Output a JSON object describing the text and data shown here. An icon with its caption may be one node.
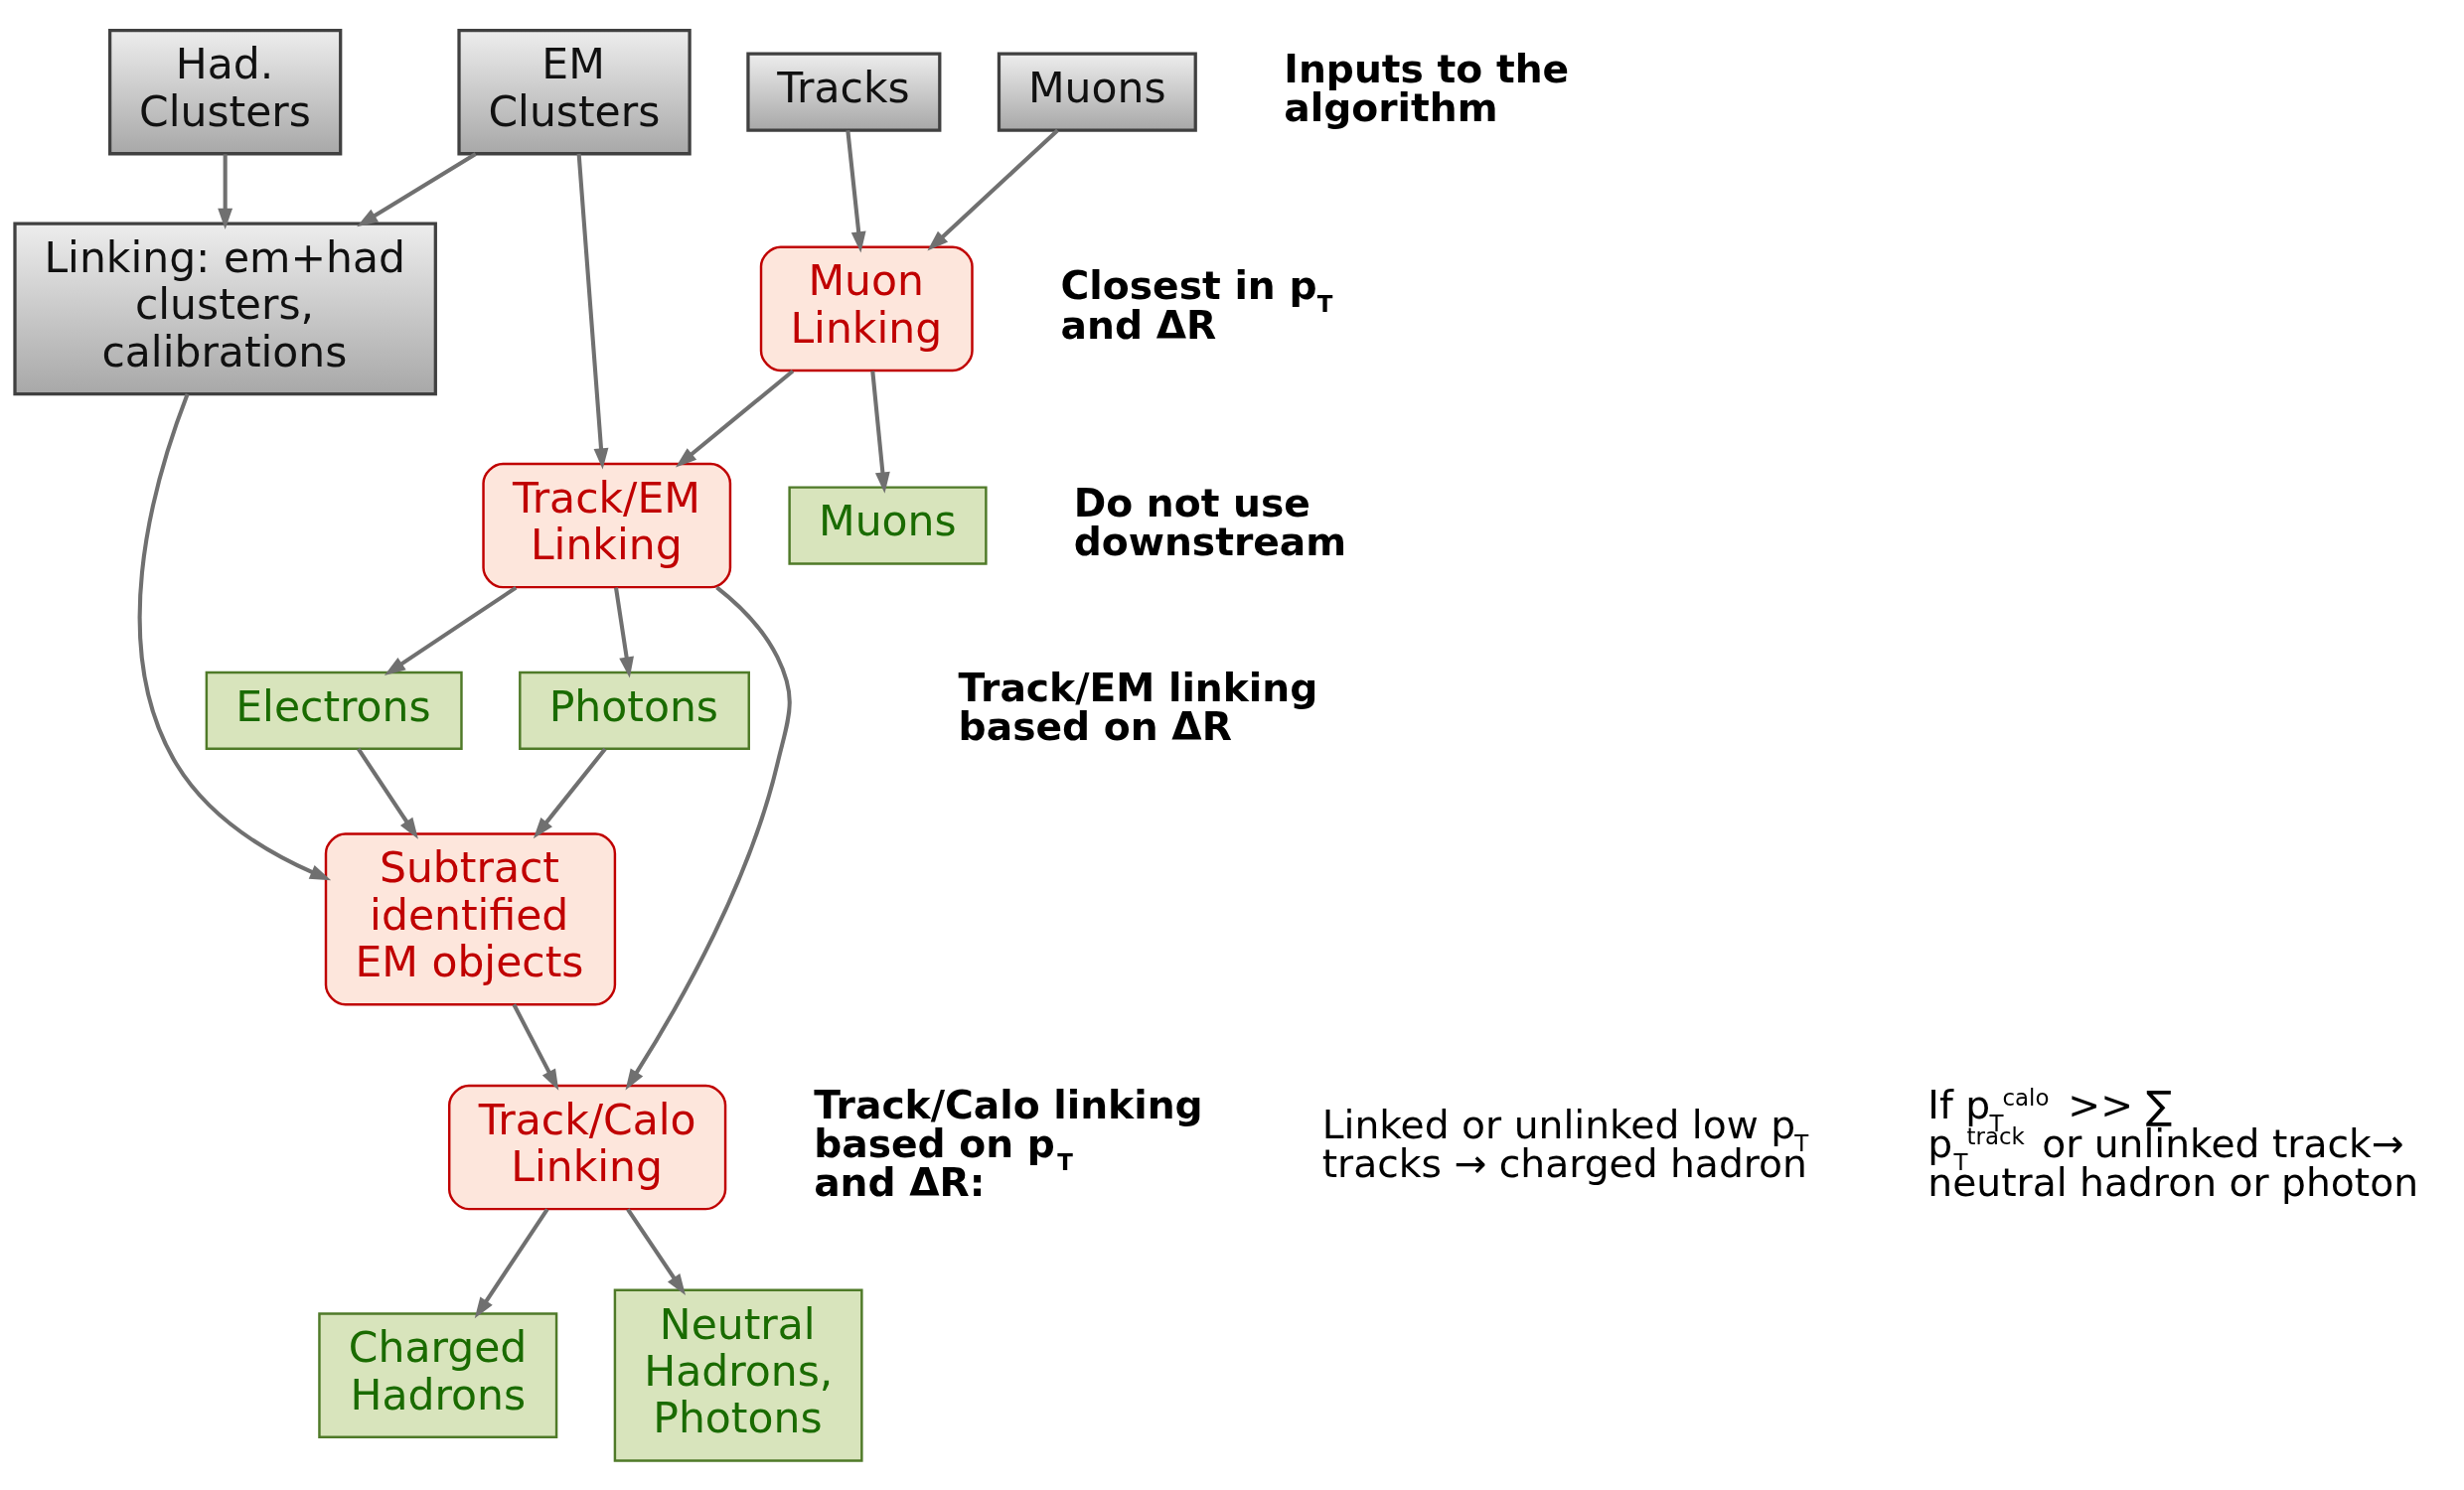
{
  "diagram": {
    "nodes": [
      {
        "text": [
          "Had. Clusters"
        ]
      },
      {
        "text": [
          "EM Clusters"
        ]
      },
      {
        "text": [
          "Tracks"
        ]
      },
      {
        "text": [
          "Muons"
        ]
      },
      {
        "text": [
          "Linking: em+had clusters, calibrations"
        ]
      },
      {
        "text": [
          "Muon Linking"
        ]
      },
      {
        "text": [
          "Track/EM Linking"
        ]
      },
      {
        "text": [
          "Muons"
        ]
      },
      {
        "text": [
          "Electrons"
        ]
      },
      {
        "text": [
          "Photons"
        ]
      },
      {
        "text": [
          "Subtract identified EM objects"
        ]
      },
      {
        "text": [
          "Track/Calo Linking"
        ]
      },
      {
        "text": [
          "Charged Hadrons"
        ]
      },
      {
        "text": [
          "Neutral Hadrons, Photons"
        ]
      }
    ],
    "edges": [
      {
        "from": 0,
        "to": 4,
        "arrow": "to"
      },
      {
        "from": 1,
        "to": 4,
        "arrow": "to"
      },
      {
        "from": 1,
        "to": 6,
        "arrow": "to"
      },
      {
        "from": 2,
        "to": 5,
        "arrow": "to"
      },
      {
        "from": 3,
        "to": 5,
        "arrow": "to"
      },
      {
        "from": 5,
        "to": 6,
        "arrow": "to"
      },
      {
        "from": 5,
        "to": 7,
        "arrow": "to"
      },
      {
        "from": 4,
        "to": 10,
        "arrow": "to"
      },
      {
        "from": 6,
        "to": 8,
        "arrow": "to"
      },
      {
        "from": 6,
        "to": 9,
        "arrow": "to"
      },
      {
        "from": 6,
        "to": 11,
        "arrow": "to"
      },
      {
        "from": 8,
        "to": 10,
        "arrow": "to"
      },
      {
        "from": 9,
        "to": 10,
        "arrow": "to"
      },
      {
        "from": 10,
        "to": 11,
        "arrow": "to"
      },
      {
        "from": 11,
        "to": 12,
        "arrow": "to"
      },
      {
        "from": 11,
        "to": 13,
        "arrow": "to"
      }
    ],
    "labels": [
      "Inputs to the algorithm",
      "Closest in p$_{T}$ and ΔR",
      "Do not use downstream",
      "Track/EM linking based on ΔR",
      "Track/Calo linking based on p$_{T}$ and ΔR:",
      "Linked or unlinked low p$_{T}$ tracks → charged hadron",
      "If p$_{T}$$^{calo}$ >> ∑ p$_{T}$$^{track}$ or unlinked track→ neutral hadron or photon"
    ]
  }
}
